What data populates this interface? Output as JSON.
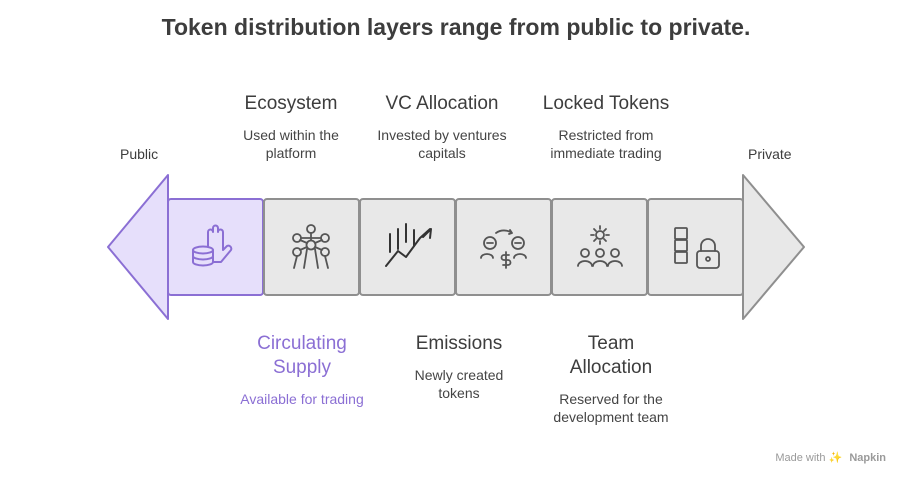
{
  "title": "Token distribution layers range from public to private.",
  "left_end": "Public",
  "right_end": "Private",
  "colors": {
    "accent": "#8b6fd4",
    "accent_fill": "#e6dffb",
    "block_fill": "#e8e8e8",
    "stroke": "#8f8f8f",
    "text": "#3d3d3d"
  },
  "layers": [
    {
      "title": "Circulating\nSupply",
      "desc": "Available for trading",
      "icon": "hand-coins-icon",
      "position": "bottom",
      "highlight": true
    },
    {
      "title": "Ecosystem",
      "desc": "Used within the\nplatform",
      "icon": "network-icon",
      "position": "top",
      "highlight": false
    },
    {
      "title": "VC Allocation",
      "desc": "Invested by ventures\ncapitals",
      "icon": "chart-up-icon",
      "position": "top",
      "highlight": false
    },
    {
      "title": "Emissions",
      "desc": "Newly created\ntokens",
      "icon": "coin-exchange-icon",
      "position": "bottom",
      "highlight": false
    },
    {
      "title": "Team\nAllocation",
      "desc": "Reserved for the\ndevelopment team",
      "icon": "team-gear-icon",
      "position": "bottom",
      "highlight": false
    },
    {
      "title": "Locked Tokens",
      "desc": "Restricted from\nimmediate trading",
      "icon": "lock-blocks-icon",
      "position": "top",
      "highlight": false
    }
  ],
  "footer": {
    "prefix": "Made with",
    "brand": "Napkin"
  }
}
